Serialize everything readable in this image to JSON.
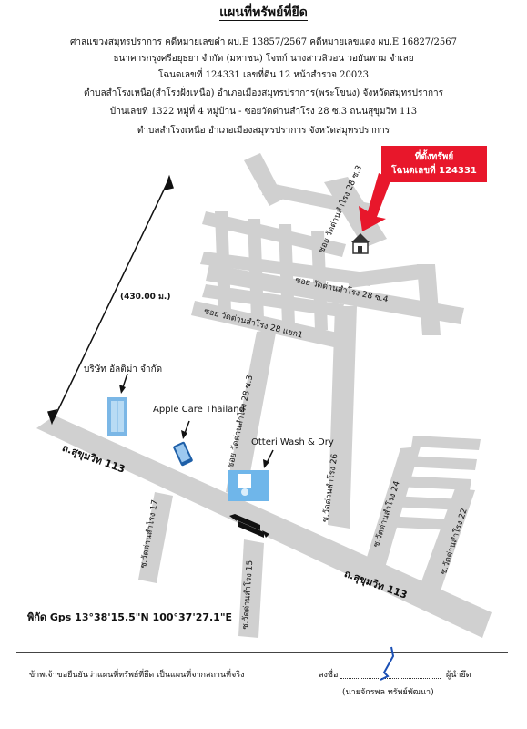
{
  "header": {
    "title": "แผนที่ทรัพย์ที่ยึด",
    "lines": [
      "ศาลแขวงสมุทรปราการ คดีหมายเลขดำ ผบ.E 13857/2567 คดีหมายเลขแดง ผบ.E 16827/2567",
      "ธนาคารกรุงศรีอยุธยา จำกัด (มหาชน)  โจทก์  นางสาวสิวอน วอยันพาม  จำเลย",
      "โฉนดเลขที่ 124331 เลขที่ดิน 12 หน้าสำรวจ 20023",
      "ตำบลสำโรงเหนือ(สำโรงฝั่งเหนือ) อำเภอเมืองสมุทรปราการ(พระโขนง) จังหวัดสมุทรปราการ",
      "บ้านเลขที่ 1322 หมู่ที่ 4 หมู่บ้าน - ซอยวัดด่านสำโรง 28 ซ.3 ถนนสุขุมวิท 113",
      "ตำบลสำโรงเหนือ อำเภอเมืองสมุทรปราการ จังหวัดสมุทรปราการ"
    ]
  },
  "property_marker": {
    "line1": "ที่ตั้งทรัพย์",
    "line2": "โฉนดเลขที่ 124331"
  },
  "distance_label": "(430.00 ม.)",
  "roads": {
    "soi_28_3_top": "ซอย วัดด่านสำโรง 28 ซ.3",
    "soi_28_4": "ซอย วัดด่านสำโรง 28 ซ.4",
    "soi_28_yaek": "ซอย วัดด่านสำโรง 28 แยก1",
    "soi_28_3_mid": "ซอย วัดด่านสำโรง 28 ซ.3",
    "sukhumvit_113_left": "ถ.สุขุมวิท 113",
    "sukhumvit_113_right": "ถ.สุขุมวิท 113",
    "soi_26": "ซ.วัดด่านสำโรง 26",
    "soi_24": "ซ.วัดด่านสำโรง 24",
    "soi_22": "ซ.วัดด่านสำโรง 22",
    "soi_17": "ซ.วัดด่านสำโรง 17",
    "soi_15": "ซ.วัดด่านสำโรง 15"
  },
  "pois": {
    "company": "บริษัท อัลติม่า จำกัด",
    "apple": "Apple Care Thailand",
    "otteri": "Otteri Wash & Dry"
  },
  "gps": "พิกัด Gps 13°38'15.5\"N 100°37'27.1\"E",
  "footer": {
    "certify": "ข้าพเจ้าขอยืนยันว่าแผนที่ทรัพย์ที่ยึด เป็นแผนที่จากสถานที่จริง",
    "sign": "ลงชื่อ",
    "pointer": "ผู้นำยึด",
    "name": "(นายจักรพล   ทรัพย์พัฒนา)"
  },
  "colors": {
    "road": "#d0d0d0",
    "marker": "#e8172b",
    "poi_blue": "#4aa3df"
  }
}
